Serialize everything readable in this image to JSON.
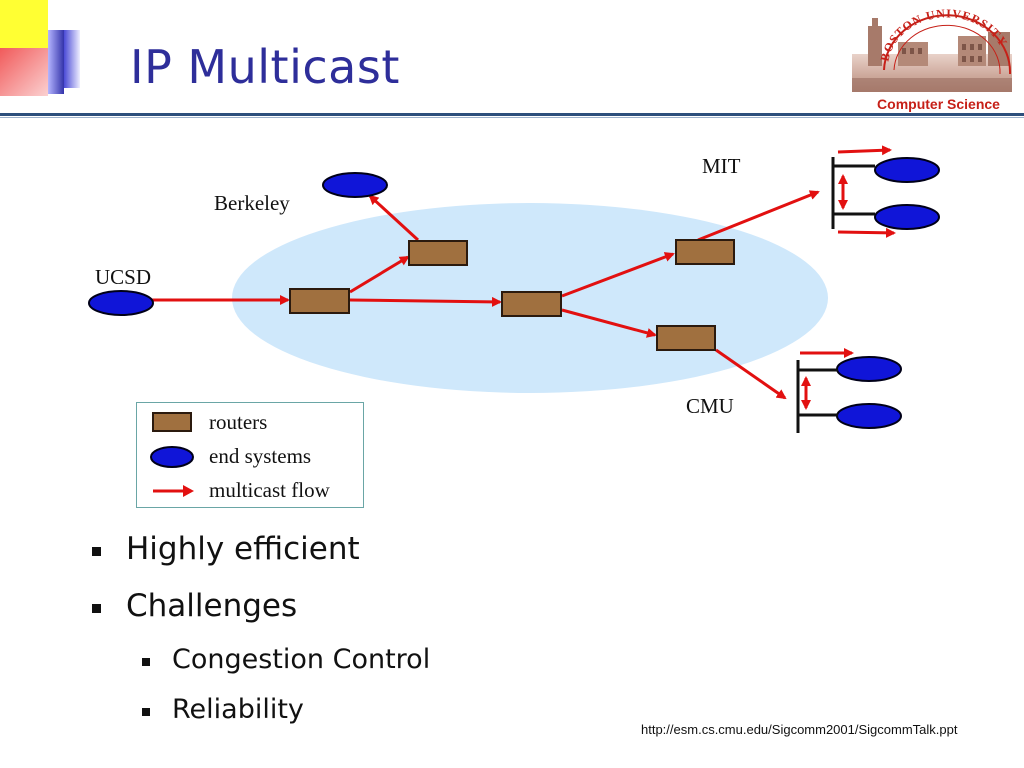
{
  "slide": {
    "title": "IP Multicast",
    "logo": {
      "arc_text": "BOSTON UNIVERSITY",
      "caption": "Computer Science"
    },
    "source_url": "http://esm.cs.cmu.edu/Sigcomm2001/SigcommTalk.ppt"
  },
  "diagram": {
    "sites": {
      "berkeley": "Berkeley",
      "ucsd": "UCSD",
      "mit": "MIT",
      "cmu": "CMU"
    },
    "colors": {
      "network_cloud": "#cfe8fb",
      "router": "#a0703f",
      "end_system": "#1015d8",
      "multicast_flow": "#e21010"
    }
  },
  "legend": {
    "items": [
      {
        "label": "routers",
        "symbol": "router-box"
      },
      {
        "label": "end systems",
        "symbol": "end-system-ellipse"
      },
      {
        "label": "multicast flow",
        "symbol": "red-arrow"
      }
    ]
  },
  "bullets": [
    {
      "level": 1,
      "text": "Highly efficient"
    },
    {
      "level": 1,
      "text": "Challenges"
    },
    {
      "level": 2,
      "text": "Congestion Control"
    },
    {
      "level": 2,
      "text": "Reliability"
    }
  ]
}
